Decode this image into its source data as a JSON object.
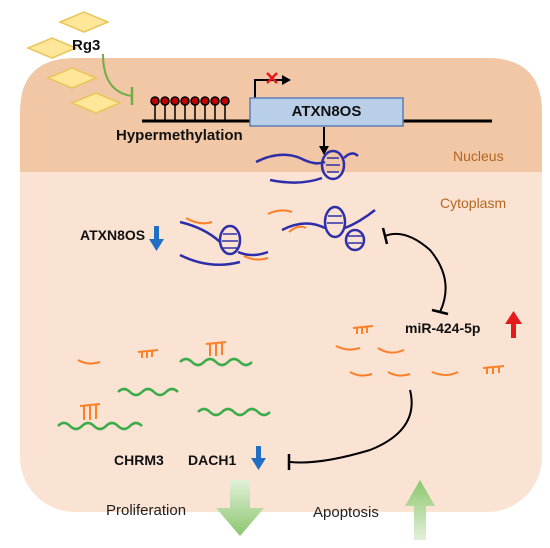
{
  "drug": {
    "label": "Rg3"
  },
  "gene_box": {
    "label": "ATXN8OS"
  },
  "methylation": {
    "label": "Hypermethylation"
  },
  "regions": {
    "nucleus": "Nucleus",
    "cytoplasm": "Cytoplasm"
  },
  "lnc_label": {
    "text": "ATXN8OS"
  },
  "mirna": {
    "label": "miR-424-5p"
  },
  "targets": {
    "gene1": "CHRM3",
    "gene2": "DACH1"
  },
  "outcomes": {
    "down": "Proliferation",
    "up": "Apoptosis"
  },
  "colors": {
    "nucleus_fill": "#f1c7a6",
    "cytoplasm_fill": "#fbe3d3",
    "gene_box_fill": "#b9cfe8",
    "mirna": "#ff7f27",
    "mrna": "#3cab4a",
    "lncrna": "#2e2ea8",
    "down_arrow": "#1f6fc5",
    "up_arrow": "#e41a1c",
    "methyl": "#c00000",
    "diamond": "#ffe699",
    "inhibit_green": "#70ad47"
  }
}
